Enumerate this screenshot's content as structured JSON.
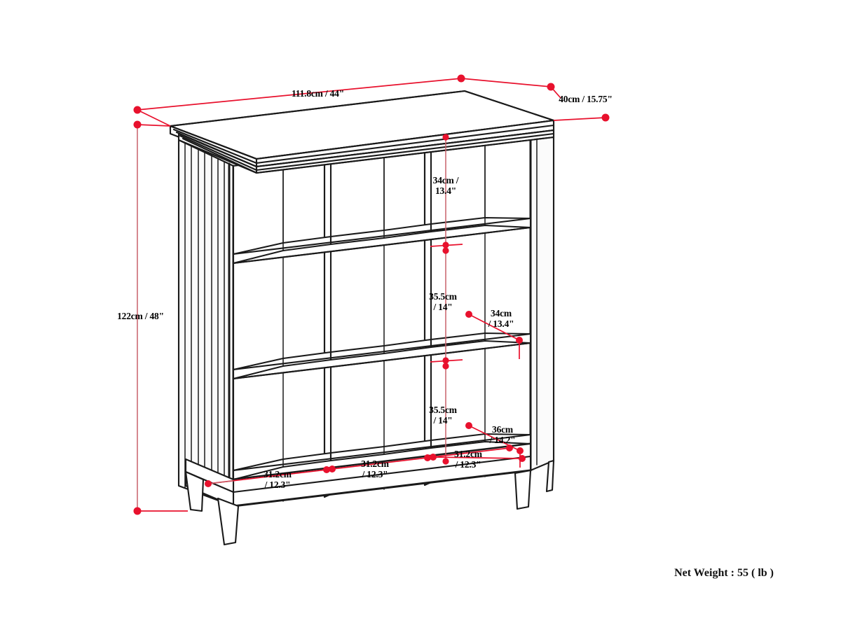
{
  "document": {
    "type": "furniture-dimension-drawing",
    "subject": "9-cube bookcase / storage unit",
    "view": "isometric line drawing with dimension callouts",
    "background_color": "#ffffff",
    "line_color": "#1a1a1a",
    "dimension_color": "#e8112d",
    "text_color": "#000000"
  },
  "dimensions": {
    "overall_width": "111.8cm / 44\"",
    "overall_depth": "40cm / 15.75\"",
    "overall_height": "122cm / 48\"",
    "top_cube_height": "34cm /\n13.4\"",
    "middle_cube_height": "35.5cm\n/ 14\"",
    "bottom_cube_height": "35.5cm\n/ 14\"",
    "middle_shelf_depth": "34cm\n/ 13.4\"",
    "bottom_shelf_depth": "36cm\n/ 14.2\"",
    "cube_width_left": "31.2cm\n/ 12.3\"",
    "cube_width_center": "31.2cm\n/ 12.3\"",
    "cube_width_right": "31.2cm\n/ 12.3\""
  },
  "specs": {
    "net_weight": "Net Weight : 55 ( lb )"
  }
}
